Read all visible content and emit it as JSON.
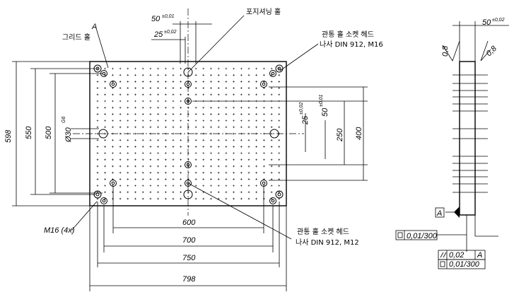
{
  "callouts": {
    "grid_hole": {
      "letter": "A",
      "label": "그리드 홀"
    },
    "positioning_hole": "포지셔닝 홀",
    "socket_m16": {
      "line1": "관통 홀 소켓 헤드",
      "line2": "나사 DIN 912, M16"
    },
    "socket_m12": {
      "line1": "관통 홀 소켓 헤드",
      "line2": "나사 DIN 912, M12"
    },
    "m16_count": "M16 (4x)"
  },
  "dimensions": {
    "top_50": {
      "value": "50",
      "tol": "±0,01"
    },
    "top_25": {
      "value": "25",
      "tol": "±0,02"
    },
    "h598": "598",
    "h550": "550",
    "h500": "500",
    "dia30": {
      "value": "Ø30",
      "tol": "G6"
    },
    "r25": {
      "value": "25",
      "tol": "±0,02"
    },
    "r50": {
      "value": "50",
      "tol": "±0,01"
    },
    "r250": "250",
    "r400": "400",
    "w600": "600",
    "w700": "700",
    "w750": "750",
    "w798": "798",
    "side_50": {
      "value": "50",
      "tol": "±0,02"
    }
  },
  "side_view": {
    "roughness_left": "0,8",
    "roughness_right": "0,8",
    "datum": "A",
    "flatness": "0,01/300",
    "parallel_tol": "0,02",
    "parallel_datum": "A",
    "flatness2": "0,01/300"
  }
}
